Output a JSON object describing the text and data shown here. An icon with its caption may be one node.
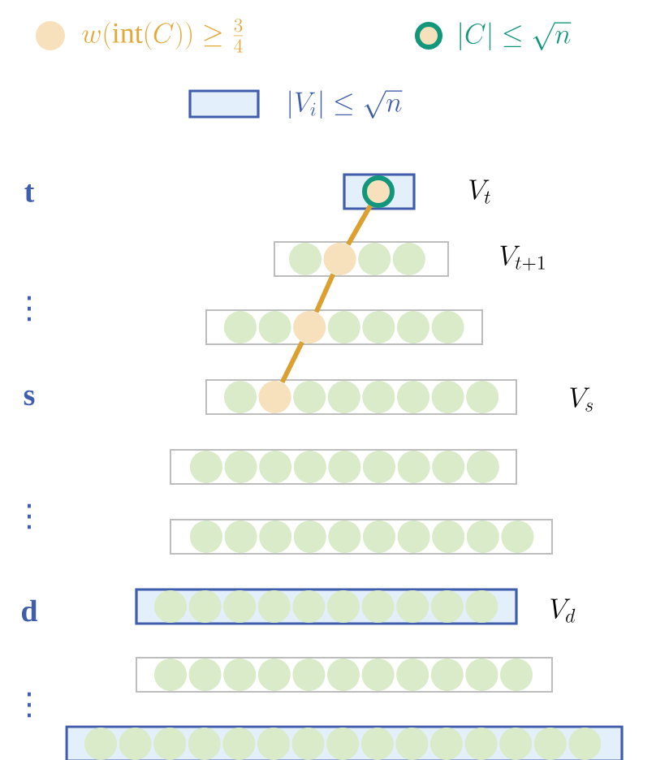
{
  "diagram": {
    "nodes": [
      {
        "text": [],
        "shape": "box",
        "beside": [
          "V_t"
        ]
      },
      {
        "text": [],
        "shape": "circle",
        "in": 0
      },
      {
        "text": [],
        "shape": "box",
        "beside": [
          "V_{t+1}"
        ]
      },
      {
        "text": [],
        "shape": "circle",
        "in": 2
      },
      {
        "text": [],
        "shape": "circle",
        "in": 2
      },
      {
        "text": [],
        "shape": "circle",
        "in": 2
      },
      {
        "text": [],
        "shape": "circle",
        "in": 2
      },
      {
        "text": [],
        "shape": "box"
      },
      {
        "text": [],
        "shape": "circle",
        "in": 7
      },
      {
        "text": [],
        "shape": "circle",
        "in": 7
      },
      {
        "text": [],
        "shape": "circle",
        "in": 7
      },
      {
        "text": [],
        "shape": "circle",
        "in": 7
      },
      {
        "text": [],
        "shape": "circle",
        "in": 7
      },
      {
        "text": [],
        "shape": "circle",
        "in": 7
      },
      {
        "text": [],
        "shape": "circle",
        "in": 7
      },
      {
        "text": [],
        "shape": "box",
        "beside": [
          "V_s"
        ]
      },
      {
        "text": [],
        "shape": "circle",
        "in": 15
      },
      {
        "text": [],
        "shape": "circle",
        "in": 15
      },
      {
        "text": [],
        "shape": "circle",
        "in": 15
      },
      {
        "text": [],
        "shape": "circle",
        "in": 15
      },
      {
        "text": [],
        "shape": "circle",
        "in": 15
      },
      {
        "text": [],
        "shape": "circle",
        "in": 15
      },
      {
        "text": [],
        "shape": "circle",
        "in": 15
      },
      {
        "text": [],
        "shape": "circle",
        "in": 15
      },
      {
        "text": [],
        "shape": "box"
      },
      {
        "text": [],
        "shape": "circle",
        "in": 24
      },
      {
        "text": [],
        "shape": "circle",
        "in": 24
      },
      {
        "text": [],
        "shape": "circle",
        "in": 24
      },
      {
        "text": [],
        "shape": "circle",
        "in": 24
      },
      {
        "text": [],
        "shape": "circle",
        "in": 24
      },
      {
        "text": [],
        "shape": "circle",
        "in": 24
      },
      {
        "text": [],
        "shape": "circle",
        "in": 24
      },
      {
        "text": [],
        "shape": "circle",
        "in": 24
      },
      {
        "text": [],
        "shape": "circle",
        "in": 24
      },
      {
        "text": [],
        "shape": "box"
      },
      {
        "text": [],
        "shape": "circle",
        "in": 34
      },
      {
        "text": [],
        "shape": "circle",
        "in": 34
      },
      {
        "text": [],
        "shape": "circle",
        "in": 34
      },
      {
        "text": [],
        "shape": "circle",
        "in": 34
      },
      {
        "text": [],
        "shape": "circle",
        "in": 34
      },
      {
        "text": [],
        "shape": "circle",
        "in": 34
      },
      {
        "text": [],
        "shape": "circle",
        "in": 34
      },
      {
        "text": [],
        "shape": "circle",
        "in": 34
      },
      {
        "text": [],
        "shape": "circle",
        "in": 34
      },
      {
        "text": [],
        "shape": "circle",
        "in": 34
      },
      {
        "text": [],
        "shape": "box",
        "beside": [
          "V_d"
        ]
      },
      {
        "text": [],
        "shape": "circle",
        "in": 45
      },
      {
        "text": [],
        "shape": "circle",
        "in": 45
      },
      {
        "text": [],
        "shape": "circle",
        "in": 45
      },
      {
        "text": [],
        "shape": "circle",
        "in": 45
      },
      {
        "text": [],
        "shape": "circle",
        "in": 45
      },
      {
        "text": [],
        "shape": "circle",
        "in": 45
      },
      {
        "text": [],
        "shape": "circle",
        "in": 45
      },
      {
        "text": [],
        "shape": "circle",
        "in": 45
      },
      {
        "text": [],
        "shape": "circle",
        "in": 45
      },
      {
        "text": [],
        "shape": "circle",
        "in": 45
      },
      {
        "text": [],
        "shape": "box"
      },
      {
        "text": [],
        "shape": "circle",
        "in": 56
      },
      {
        "text": [],
        "shape": "circle",
        "in": 56
      },
      {
        "text": [],
        "shape": "circle",
        "in": 56
      },
      {
        "text": [],
        "shape": "circle",
        "in": 56
      },
      {
        "text": [],
        "shape": "circle",
        "in": 56
      },
      {
        "text": [],
        "shape": "circle",
        "in": 56
      },
      {
        "text": [],
        "shape": "circle",
        "in": 56
      },
      {
        "text": [],
        "shape": "circle",
        "in": 56
      },
      {
        "text": [],
        "shape": "circle",
        "in": 56
      },
      {
        "text": [],
        "shape": "circle",
        "in": 56
      },
      {
        "text": [],
        "shape": "circle",
        "in": 56
      },
      {
        "text": [],
        "shape": "box"
      },
      {
        "text": [],
        "shape": "circle",
        "in": 68
      },
      {
        "text": [],
        "shape": "circle",
        "in": 68
      },
      {
        "text": [],
        "shape": "circle",
        "in": 68
      },
      {
        "text": [],
        "shape": "circle",
        "in": 68
      },
      {
        "text": [],
        "shape": "circle",
        "in": 68
      },
      {
        "text": [],
        "shape": "circle",
        "in": 68
      },
      {
        "text": [],
        "shape": "circle",
        "in": 68
      },
      {
        "text": [],
        "shape": "circle",
        "in": 68
      },
      {
        "text": [],
        "shape": "circle",
        "in": 68
      },
      {
        "text": [],
        "shape": "circle",
        "in": 68
      },
      {
        "text": [],
        "shape": "circle",
        "in": 68
      },
      {
        "text": [],
        "shape": "circle",
        "in": 68
      },
      {
        "text": [],
        "shape": "circle",
        "in": 68
      },
      {
        "text": [],
        "shape": "circle",
        "in": 68
      },
      {
        "text": [],
        "shape": "circle",
        "in": 68
      }
    ],
    "edges": [
      {
        "from": 1,
        "to": 4,
        "arrow": "none"
      },
      {
        "from": 4,
        "to": 10,
        "arrow": "none"
      },
      {
        "from": 10,
        "to": 17,
        "arrow": "none"
      }
    ],
    "labels": [
      "t",
      "⋮",
      "s",
      "⋮",
      "d",
      "⋮"
    ],
    "legend": [
      {
        "text": "w(\\mathrm{int}(C)) \\geq \\frac{3}{4}",
        "color": "#f7e1bd"
      },
      {
        "text": "|C| \\leq \\sqrt{n}"
      },
      {
        "text": "|V_i| \\leq \\sqrt{n}"
      }
    ]
  }
}
